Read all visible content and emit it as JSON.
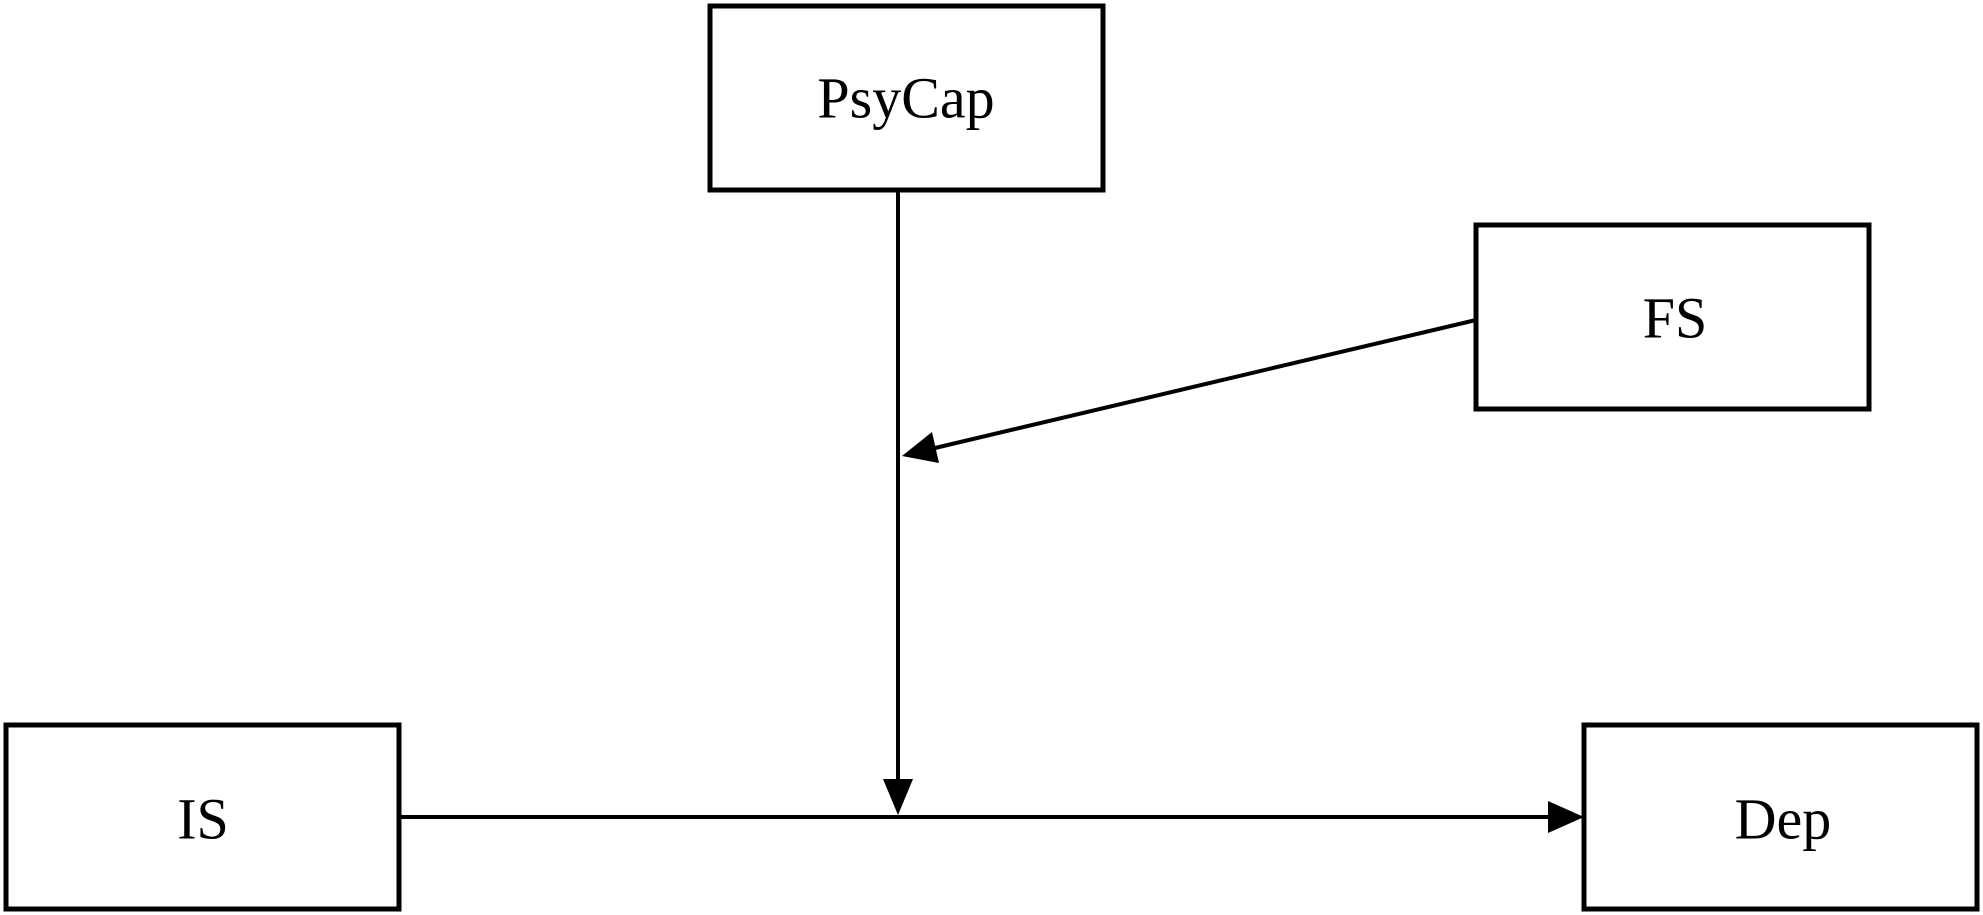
{
  "diagram": {
    "nodes": {
      "psycap": {
        "label": "PsyCap"
      },
      "fs": {
        "label": "FS"
      },
      "is": {
        "label": "IS"
      },
      "dep": {
        "label": "Dep"
      }
    },
    "edges": [
      {
        "from": "is",
        "to": "dep",
        "kind": "direct-effect"
      },
      {
        "from": "psycap",
        "to": "is-dep-path",
        "kind": "moderation"
      },
      {
        "from": "fs",
        "to": "psycap-moderation-path",
        "kind": "second-order-moderation"
      }
    ],
    "colors": {
      "stroke": "#000000",
      "background": "#ffffff"
    }
  }
}
